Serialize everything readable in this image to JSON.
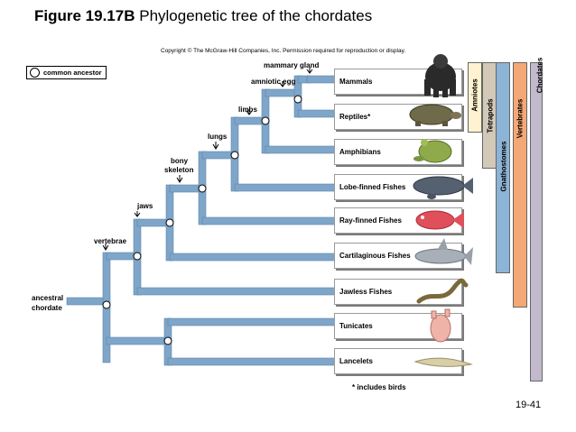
{
  "title": {
    "bold": "Figure 19.17B",
    "rest": "Phylogenetic tree of the chordates"
  },
  "copyright": "Copyright © The McGraw-Hill Companies, Inc. Permission required for reproduction or display.",
  "legend": "common ancestor",
  "root_label": [
    "ancestral",
    "chordate"
  ],
  "characters": {
    "vertebrae": "vertebrae",
    "jaws": "jaws",
    "bony_skeleton": [
      "bony",
      "skeleton"
    ],
    "lungs": "lungs",
    "limbs": "limbs",
    "amniotic_egg": "amniotic egg",
    "mammary_gland": "mammary gland"
  },
  "taxa": [
    "Mammals",
    "Reptiles*",
    "Amphibians",
    "Lobe-finned Fishes",
    "Ray-finned Fishes",
    "Cartilaginous Fishes",
    "Jawless Fishes",
    "Tunicates",
    "Lancelets"
  ],
  "clades": [
    "Amniotes",
    "Tetrapods",
    "Gnathostomes",
    "Vertebrates",
    "Chordates"
  ],
  "colors": {
    "branch": "#7fa6c9",
    "amniotes": "#fff2d0",
    "tetrapods": "#d3c9b9",
    "gnathostomes": "#8cb4d6",
    "vertebrates": "#f4a875",
    "chordates": "#c2b9cd"
  },
  "footnote": "* includes birds",
  "page_number": "19-41"
}
